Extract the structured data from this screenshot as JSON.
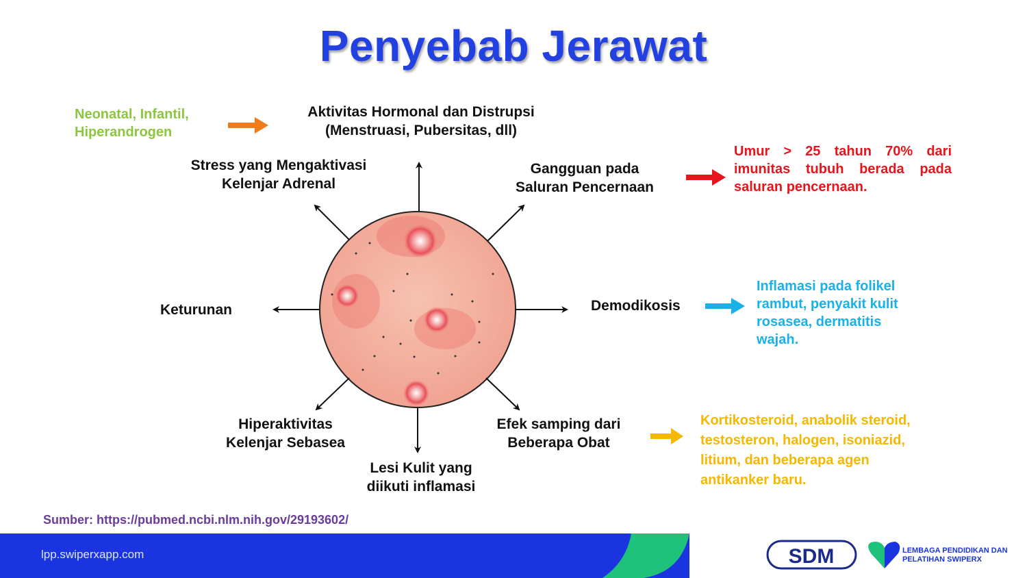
{
  "title": "Penyebab Jerawat",
  "center_image": "acne-skin-circle",
  "causes": {
    "hormonal": "Aktivitas Hormonal dan Distrupsi (Menstruasi, Pubersitas, dll)",
    "stress": "Stress yang Mengaktivasi Kelenjar Adrenal",
    "digestive": "Gangguan pada Saluran Pencernaan",
    "heredity": "Keturunan",
    "demodicosis": "Demodikosis",
    "sebaceous": "Hiperaktivitas Kelenjar Sebasea",
    "lesion": "Lesi Kulit yang diikuti inflamasi",
    "drugs": "Efek samping dari Beberapa Obat"
  },
  "notes": {
    "hormonal": "Neonatal, Infantil, Hiperandrogen",
    "digestive": "Umur > 25 tahun 70% dari imunitas tubuh berada pada saluran pencernaan.",
    "demodicosis": "Inflamasi pada folikel rambut, penyakit kulit rosasea, dermatitis wajah.",
    "drugs": "Kortikosteroid, anabolik steroid, testosteron, halogen, isoniazid, litium, dan beberapa agen antikanker baru."
  },
  "colors": {
    "title": "#2340e0",
    "green": "#8cc63f",
    "red": "#e8141b",
    "cyan": "#1ab0e8",
    "yellow": "#f5b800",
    "footer_blue": "#1a35e0",
    "footer_green": "#1ec27a"
  },
  "source": "Sumber: https://pubmed.ncbi.nlm.nih.gov/29193602/",
  "footer": {
    "site": "lpp.swiperxapp.com",
    "logo_sdm": "SDM",
    "logo_lpp": "LEMBAGA PENDIDIKAN DAN PELATIHAN SWIPERX"
  }
}
